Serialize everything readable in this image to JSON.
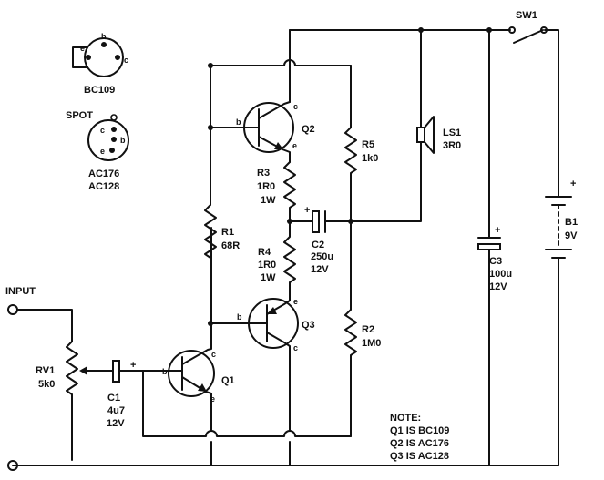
{
  "pinout": {
    "bc109": {
      "name": "BC109",
      "pins": {
        "e": "e",
        "b": "b",
        "c": "c"
      }
    },
    "spot_label": "SPOT",
    "ac": {
      "names": [
        "AC176",
        "AC128"
      ],
      "pins": {
        "c": "c",
        "b": "b",
        "e": "e"
      }
    }
  },
  "terminals": {
    "input": "INPUT"
  },
  "components": {
    "rv1": {
      "ref": "RV1",
      "value": "5k0"
    },
    "c1": {
      "ref": "C1",
      "value": "4u7",
      "rating": "12V",
      "polarity": "+"
    },
    "q1": {
      "ref": "Q1",
      "b": "b",
      "c": "c",
      "e": "e"
    },
    "r1": {
      "ref": "R1",
      "value": "68R"
    },
    "q2": {
      "ref": "Q2",
      "b": "b",
      "c": "c",
      "e": "e"
    },
    "r3": {
      "ref": "R3",
      "value": "1R0",
      "rating": "1W"
    },
    "r4": {
      "ref": "R4",
      "value": "1R0",
      "rating": "1W"
    },
    "c2": {
      "ref": "C2",
      "value": "250u",
      "rating": "12V",
      "polarity": "+"
    },
    "q3": {
      "ref": "Q3",
      "b": "b",
      "c": "c",
      "e": "e"
    },
    "r5": {
      "ref": "R5",
      "value": "1k0"
    },
    "r2": {
      "ref": "R2",
      "value": "1M0"
    },
    "ls1": {
      "ref": "LS1",
      "value": "3R0"
    },
    "c3": {
      "ref": "C3",
      "value": "100u",
      "rating": "12V",
      "polarity": "+"
    },
    "sw1": {
      "ref": "SW1"
    },
    "b1": {
      "ref": "B1",
      "value": "9V",
      "polarity": "+"
    }
  },
  "note": {
    "title": "NOTE:",
    "lines": [
      "Q1 IS BC109",
      "Q2 IS AC176",
      "Q3 IS AC128"
    ]
  }
}
